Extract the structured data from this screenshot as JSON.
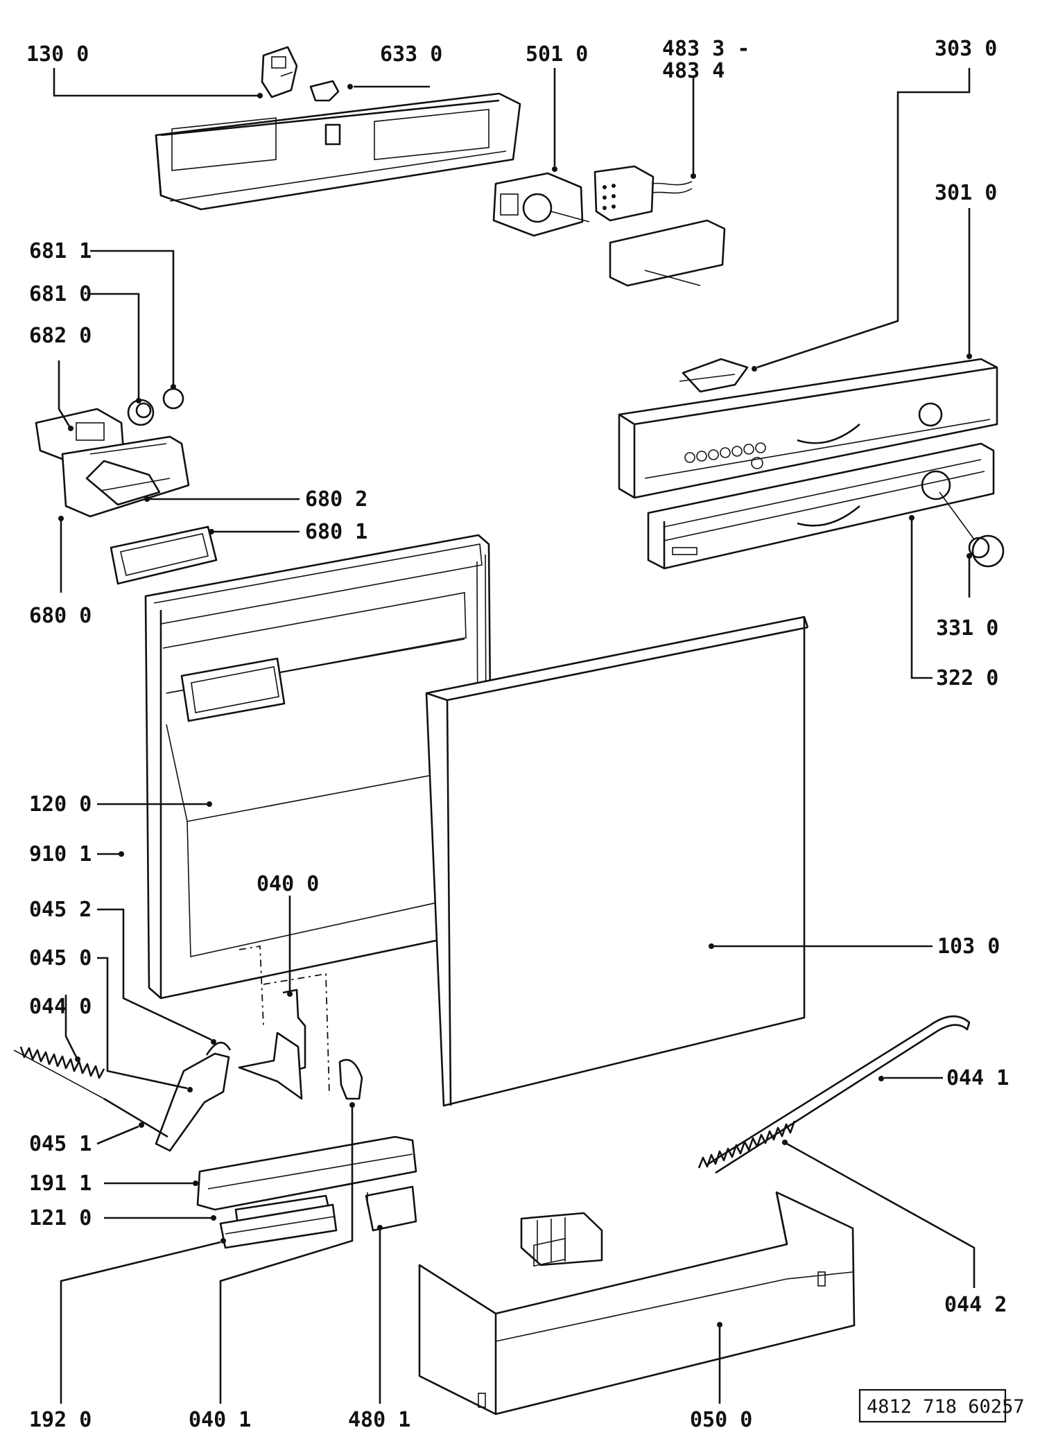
{
  "labels": {
    "l130_0": "130 0",
    "l633_0": "633 0",
    "l501_0": "501 0",
    "l483_3": "483 3 -",
    "l483_4": "483 4",
    "l303_0": "303 0",
    "l301_0": "301 0",
    "l681_1": "681 1",
    "l681_0": "681 0",
    "l682_0": "682 0",
    "l680_2": "680 2",
    "l680_1": "680 1",
    "l680_0": "680 0",
    "l331_0": "331 0",
    "l322_0": "322 0",
    "l120_0": "120 0",
    "l910_1": "910 1",
    "l040_0": "040 0",
    "l045_2": "045 2",
    "l045_0": "045 0",
    "l103_0": "103 0",
    "l044_0": "044 0",
    "l044_1": "044 1",
    "l045_1": "045 1",
    "l191_1": "191 1",
    "l121_0": "121 0",
    "l044_2": "044 2",
    "l192_0": "192 0",
    "l040_1": "040 1",
    "l480_1": "480 1",
    "l050_0": "050 0"
  },
  "reference_code": "4812 718 60257"
}
